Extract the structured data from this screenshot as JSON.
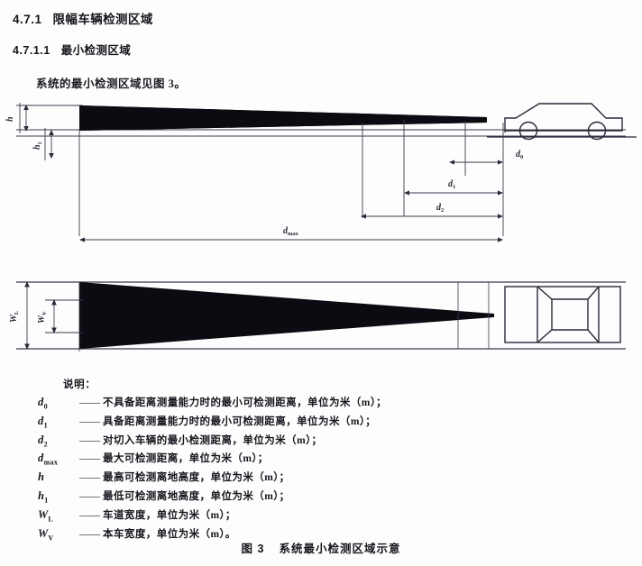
{
  "document": {
    "section_number": "4.7.1",
    "section_title": "限幅车辆检测区域",
    "subsection_number": "4.7.1.1",
    "subsection_title": "最小检测区域",
    "paragraph": "系统的最小检测区域见图 3。"
  },
  "figure": {
    "caption_label": "图 3",
    "caption_text": "系统最小检测区域示意",
    "side_view": {
      "vertical_dims": [
        {
          "symbol": "h",
          "sub": ""
        },
        {
          "symbol": "h",
          "sub": "1"
        }
      ],
      "horizontal_dims": [
        {
          "symbol": "d",
          "sub": "0"
        },
        {
          "symbol": "d",
          "sub": "1"
        },
        {
          "symbol": "d",
          "sub": "2"
        },
        {
          "symbol": "d",
          "sub": "max"
        }
      ]
    },
    "plan_view": {
      "vertical_dims": [
        {
          "symbol": "W",
          "sub": "L"
        },
        {
          "symbol": "W",
          "sub": "V"
        }
      ]
    }
  },
  "legend": {
    "title": "说明：",
    "rows": [
      {
        "symbol": "d",
        "sub": "0",
        "dash": "——",
        "description": "不具备距离测量能力时的最小可检测距离，单位为米（m）；"
      },
      {
        "symbol": "d",
        "sub": "1",
        "dash": "——",
        "description": "具备距离测量能力时的最小可检测距离，单位为米（m）；"
      },
      {
        "symbol": "d",
        "sub": "2",
        "dash": "——",
        "description": "对切入车辆的最小检测距离，单位为米（m）；"
      },
      {
        "symbol": "d",
        "sub": "max",
        "dash": "——",
        "description": "最大可检测距离，单位为米（m）；"
      },
      {
        "symbol": "h",
        "sub": "",
        "dash": "——",
        "description": "最高可检测离地高度，单位为米（m）；"
      },
      {
        "symbol": "h",
        "sub": "1",
        "dash": "——",
        "description": "最低可检测离地高度，单位为米（m）；"
      },
      {
        "symbol": "W",
        "sub": "L",
        "dash": "——",
        "description": "车道宽度，单位为米（m）；"
      },
      {
        "symbol": "W",
        "sub": "V",
        "dash": "——",
        "description": "本车宽度，单位为米（m）。"
      }
    ]
  },
  "colors": {
    "detection_zone": "#0b0b12",
    "line": "#3a3a4e",
    "text": "#15151c",
    "background": "#fdfdfd"
  }
}
